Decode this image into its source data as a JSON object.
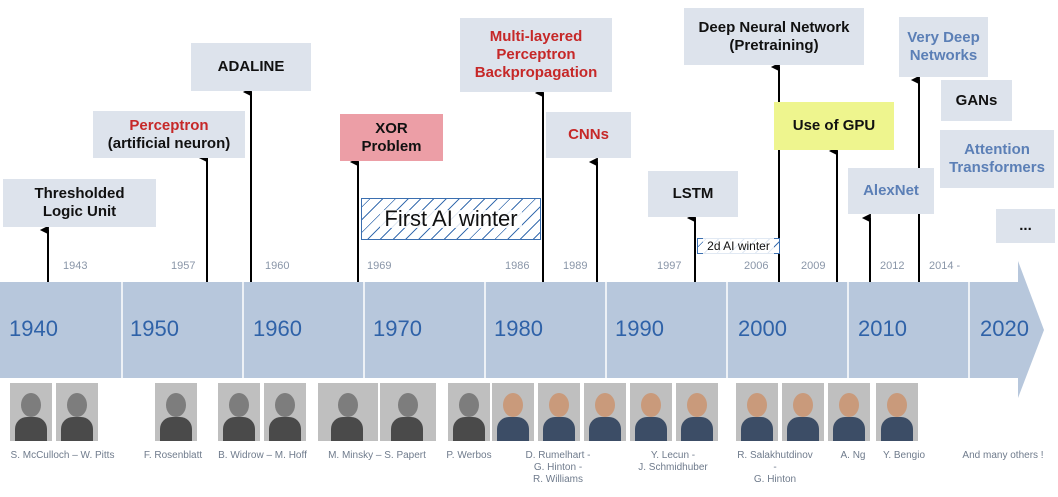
{
  "boxes": [
    {
      "id": "thresholded",
      "text": "Thresholded\nLogic Unit",
      "style": "normal"
    },
    {
      "id": "perceptron",
      "text": "Perceptron",
      "sub": "(artificial neuron)",
      "style": "red"
    },
    {
      "id": "adaline",
      "text": "ADALINE",
      "style": "normal"
    },
    {
      "id": "xor",
      "text": "XOR\nProblem",
      "style": "pink"
    },
    {
      "id": "winter1",
      "text": "First AI winter",
      "style": "winter"
    },
    {
      "id": "mlp",
      "text": "Multi-layered\nPerceptron\nBackpropagation",
      "style": "red"
    },
    {
      "id": "cnns",
      "text": "CNNs",
      "style": "red"
    },
    {
      "id": "lstm",
      "text": "LSTM",
      "style": "normal"
    },
    {
      "id": "winter2",
      "text": "2d AI winter",
      "style": "winter"
    },
    {
      "id": "dnn",
      "text": "Deep Neural Network\n(Pretraining)",
      "style": "normal"
    },
    {
      "id": "gpu",
      "text": "Use of GPU",
      "style": "lime"
    },
    {
      "id": "alexnet",
      "text": "AlexNet",
      "style": "blue"
    },
    {
      "id": "vdn",
      "text": "Very Deep\nNetworks",
      "style": "blue"
    },
    {
      "id": "gans",
      "text": "GANs",
      "style": "normal"
    },
    {
      "id": "attention",
      "text": "Attention\nTransformers",
      "style": "blue"
    },
    {
      "id": "more",
      "text": "...",
      "style": "normal"
    }
  ],
  "years": [
    "1943",
    "1957",
    "1960",
    "1969",
    "1986",
    "1989",
    "1997",
    "2006",
    "2009",
    "2012",
    "2014 -"
  ],
  "decades": [
    "1940",
    "1950",
    "1960",
    "1970",
    "1980",
    "1990",
    "2000",
    "2010",
    "2020"
  ],
  "people": [
    "S. McCulloch – W. Pitts",
    "F. Rosenblatt",
    "B. Widrow – M. Hoff",
    "M. Minsky – S. Papert",
    "P. Werbos",
    "D. Rumelhart -\nG. Hinton -\nR. Williams",
    "Y. Lecun -\nJ. Schmidhuber",
    "R. Salakhutdinov\n-\nG. Hinton",
    "A. Ng",
    "Y. Bengio",
    "And many others !"
  ],
  "colors": {
    "axis": "#b7c7dc",
    "box": "#dde3ec",
    "red": "#c62828",
    "blue": "#5b7fb6",
    "pink": "#ec9ea6",
    "lime": "#eef58e"
  }
}
